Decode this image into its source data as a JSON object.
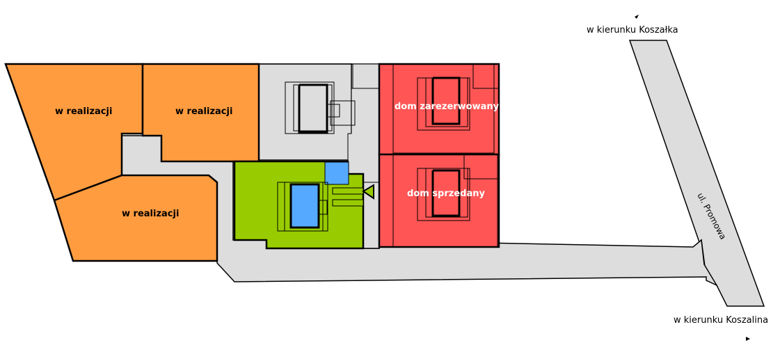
{
  "colors": {
    "in_progress": "#ff9c40",
    "reserved": "#ff5555",
    "sold": "#ff5555",
    "available": "#99cc00",
    "common_area": "#dddddd",
    "pool": "#55aaff"
  },
  "plots": [
    {
      "id": "plot-1",
      "status": "in_progress",
      "label": "w realizacji"
    },
    {
      "id": "plot-2",
      "status": "in_progress",
      "label": "w realizacji"
    },
    {
      "id": "plot-3",
      "status": "in_progress",
      "label": "w realizacji"
    },
    {
      "id": "plot-4",
      "status": "reserved",
      "label": "dom zarezerwowany"
    },
    {
      "id": "plot-5",
      "status": "sold",
      "label": "dom sprzedany"
    },
    {
      "id": "plot-6",
      "status": "available",
      "label": ""
    },
    {
      "id": "plot-7",
      "status": "common_area",
      "label": ""
    }
  ],
  "roads": {
    "street_name": "ul. Promowa",
    "direction_north": "w kierunku Koszałka",
    "direction_south": "w kierunku Koszalina"
  },
  "icons": {
    "north_arrow": "arrow-icon",
    "south_arrow": "arrow-icon",
    "entrance": "triangle-icon"
  }
}
